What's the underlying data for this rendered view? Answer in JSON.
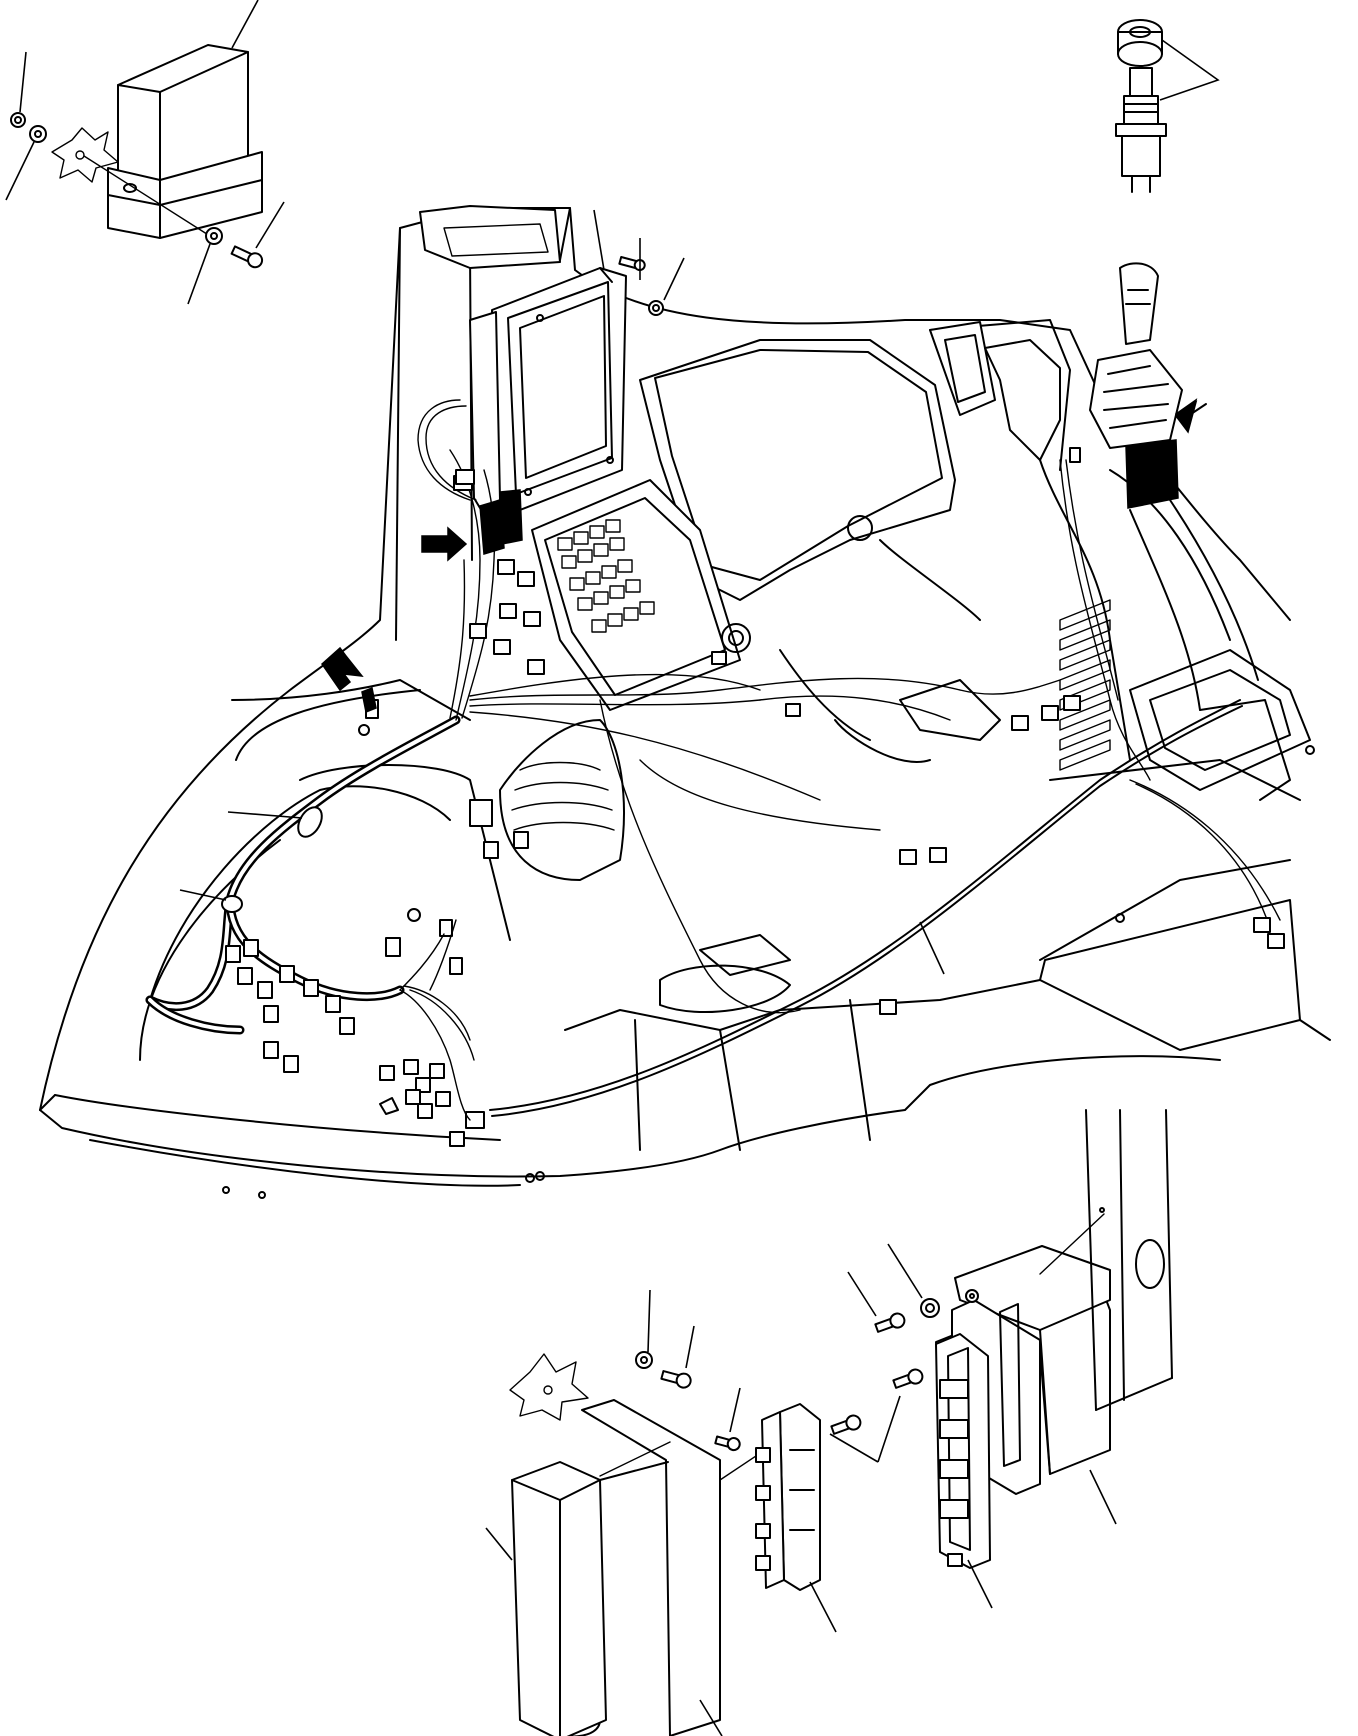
{
  "figure": {
    "type": "exploded parts drawing (line art)",
    "callout_numbers_visible": false
  },
  "parts": [
    {
      "name": "controller-box",
      "label": ""
    },
    {
      "name": "ignition-switch",
      "label": ""
    },
    {
      "name": "monitor-panel",
      "label": ""
    },
    {
      "name": "wiring-harness",
      "label": ""
    },
    {
      "name": "fuse-box",
      "label": ""
    },
    {
      "name": "relay-box",
      "label": ""
    },
    {
      "name": "bracket-cover",
      "label": ""
    }
  ],
  "colors": {
    "line": "#000000",
    "background": "#ffffff"
  }
}
